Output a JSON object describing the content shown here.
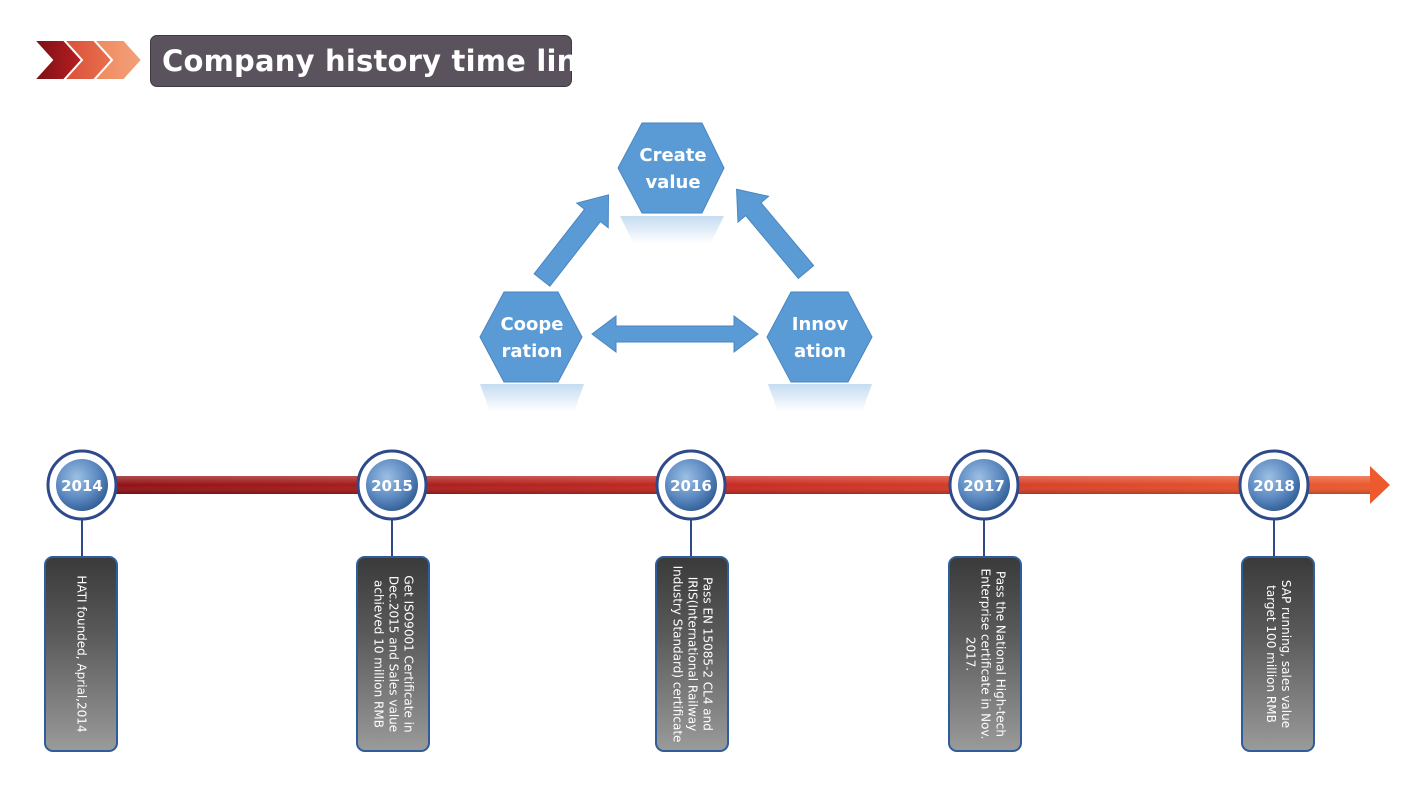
{
  "title": "Company history time lines",
  "cycle": {
    "top": "Create\nvalue",
    "left": "Coope\nration",
    "right": "Innov\nation"
  },
  "timeline": [
    {
      "year": "2014",
      "note": "HATI founded, Aprial,2014"
    },
    {
      "year": "2015",
      "note": "Get ISO9001 Certificate in Dec.2015 and Sales value achieved 10 million RMB"
    },
    {
      "year": "2016",
      "note": "Pass EN 15085-2 CL4 and IRIS(International Railway Industry Standard) certificate"
    },
    {
      "year": "2017",
      "note": "Pass the National High-tech Enterprise certificate in Nov. 2017."
    },
    {
      "year": "2018",
      "note": "SAP running, sales value target 100 million RMB"
    }
  ],
  "colors": {
    "title_bg": "#5a525c",
    "hex_fill": "#5b9bd5",
    "arrow_fill": "#5b9bd5",
    "timeline_dark": "#a4161a",
    "timeline_light": "#e85a2e",
    "ring": "#2e4a8a"
  }
}
